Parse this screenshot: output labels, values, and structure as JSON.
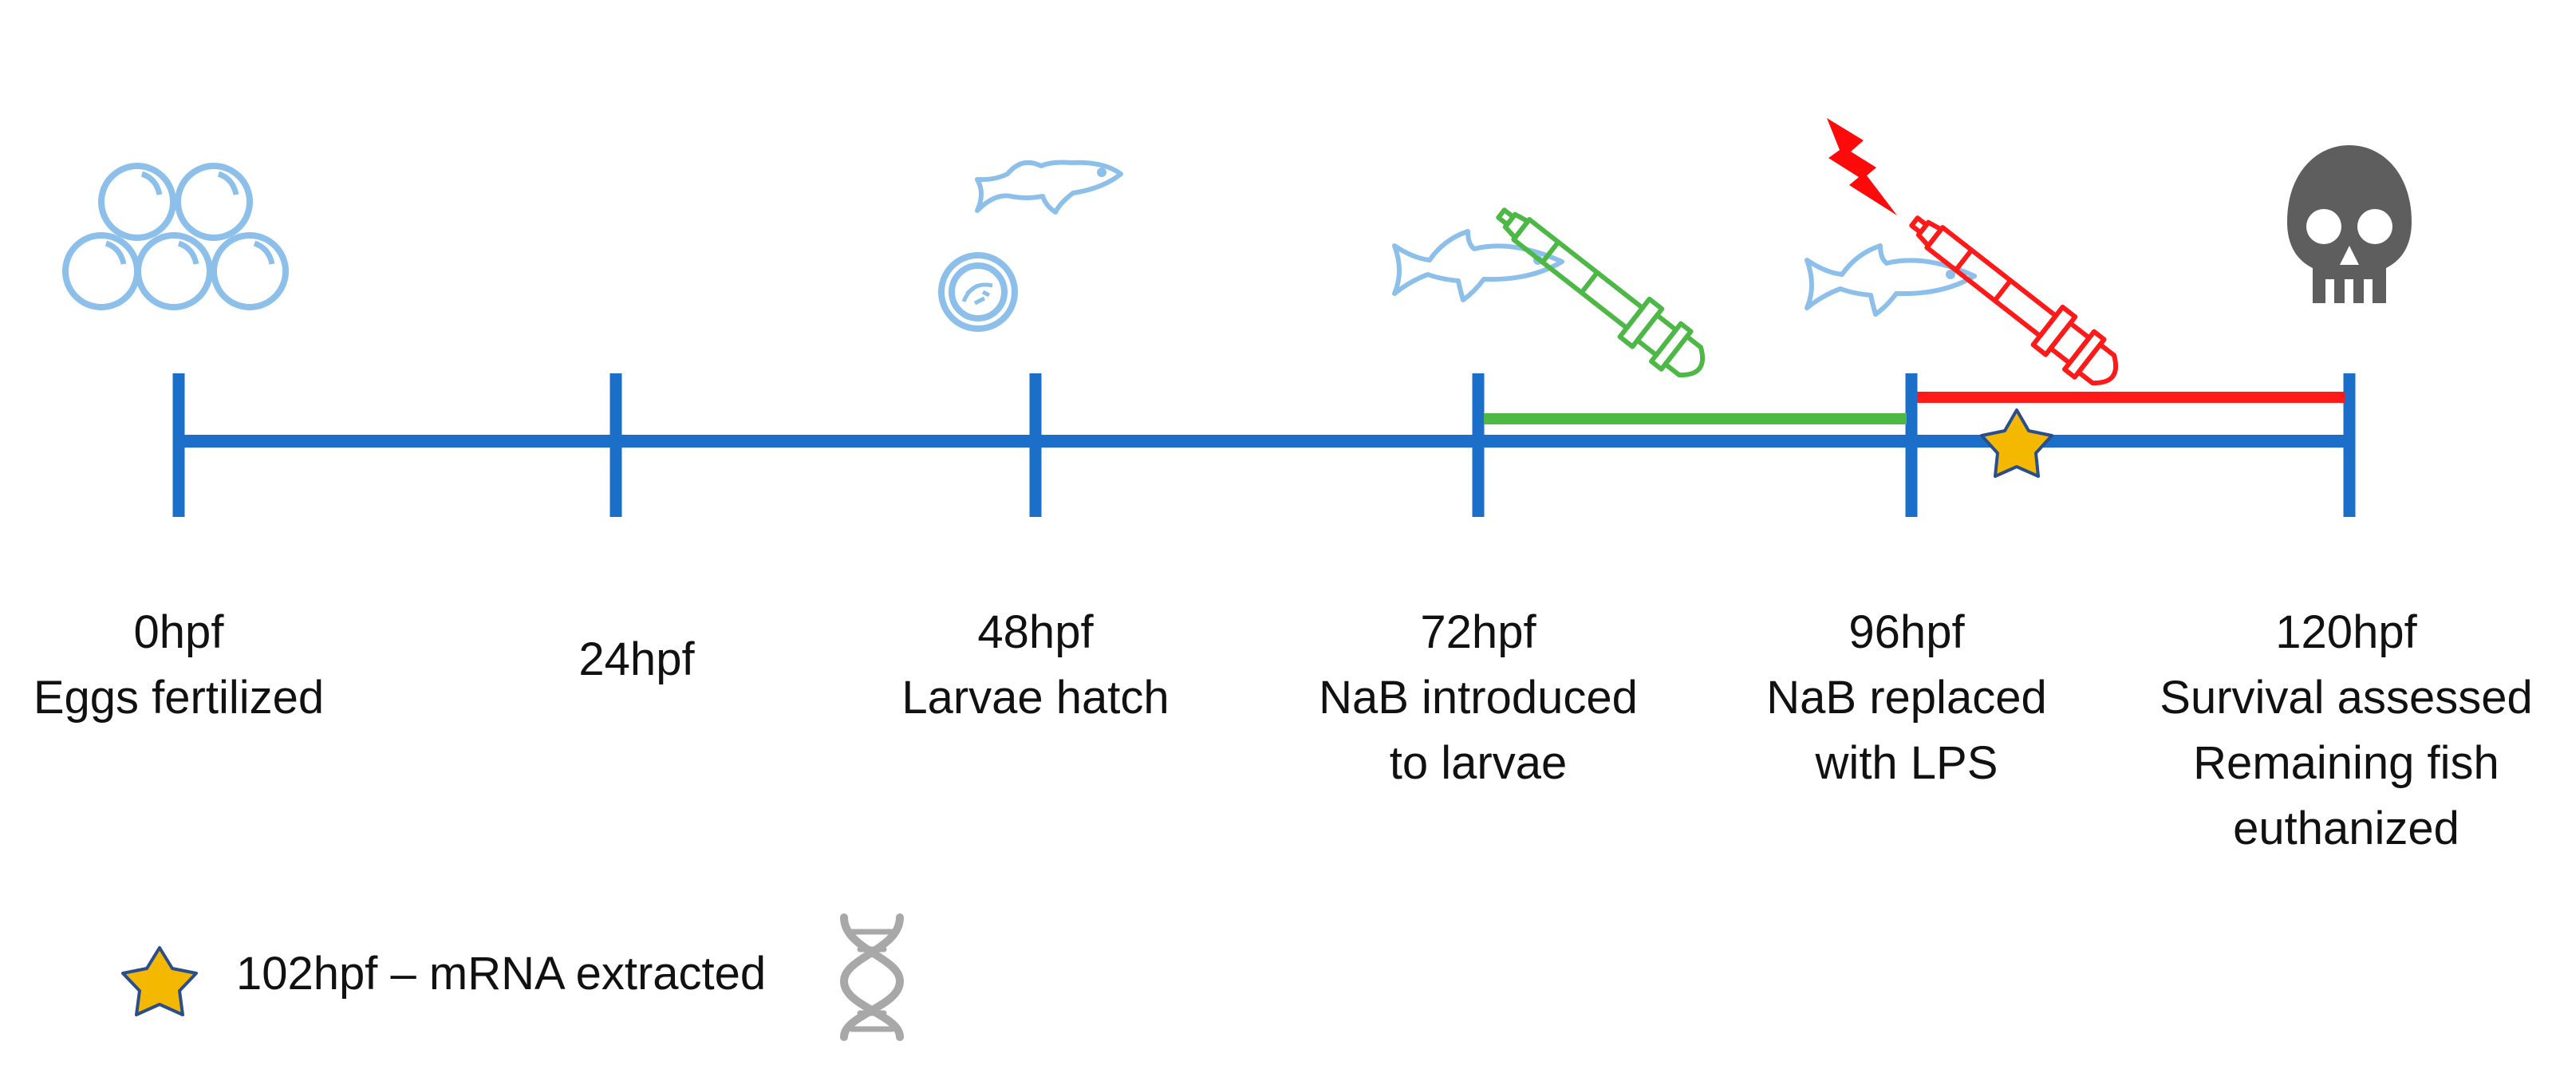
{
  "colors": {
    "timeline": "#1b6fc9",
    "nab_bar": "#4db846",
    "lps_bar": "#ff1a1a",
    "fish_outline": "#8cc0ea",
    "egg_outline": "#8cc0ea",
    "skull": "#5e5e5e",
    "dna": "#a8a8a8",
    "star_fill": "#f5b800",
    "star_stroke": "#2a4e8c",
    "label_text": "#111111"
  },
  "icons": {
    "eggs": "eggs-cluster-icon",
    "hatching": "hatching-egg-icon",
    "fish": "fish-icon",
    "green_dropper": "green-dropper-icon",
    "red_dropper": "red-dropper-icon",
    "lightning": "lightning-bolt-icon",
    "skull": "skull-icon",
    "dna": "dna-icon",
    "star": "star-icon"
  },
  "timepoints": [
    {
      "time": "0hpf",
      "lines": [
        "Eggs fertilized"
      ]
    },
    {
      "time": "24hpf",
      "lines": []
    },
    {
      "time": "48hpf",
      "lines": [
        "Larvae hatch"
      ]
    },
    {
      "time": "72hpf",
      "lines": [
        "NaB introduced",
        "to larvae"
      ]
    },
    {
      "time": "96hpf",
      "lines": [
        "NaB replaced",
        "with LPS"
      ]
    },
    {
      "time": "120hpf",
      "lines": [
        "Survival assessed",
        "Remaining fish",
        "euthanized"
      ]
    }
  ],
  "legend": {
    "text": "102hpf – mRNA extracted"
  }
}
